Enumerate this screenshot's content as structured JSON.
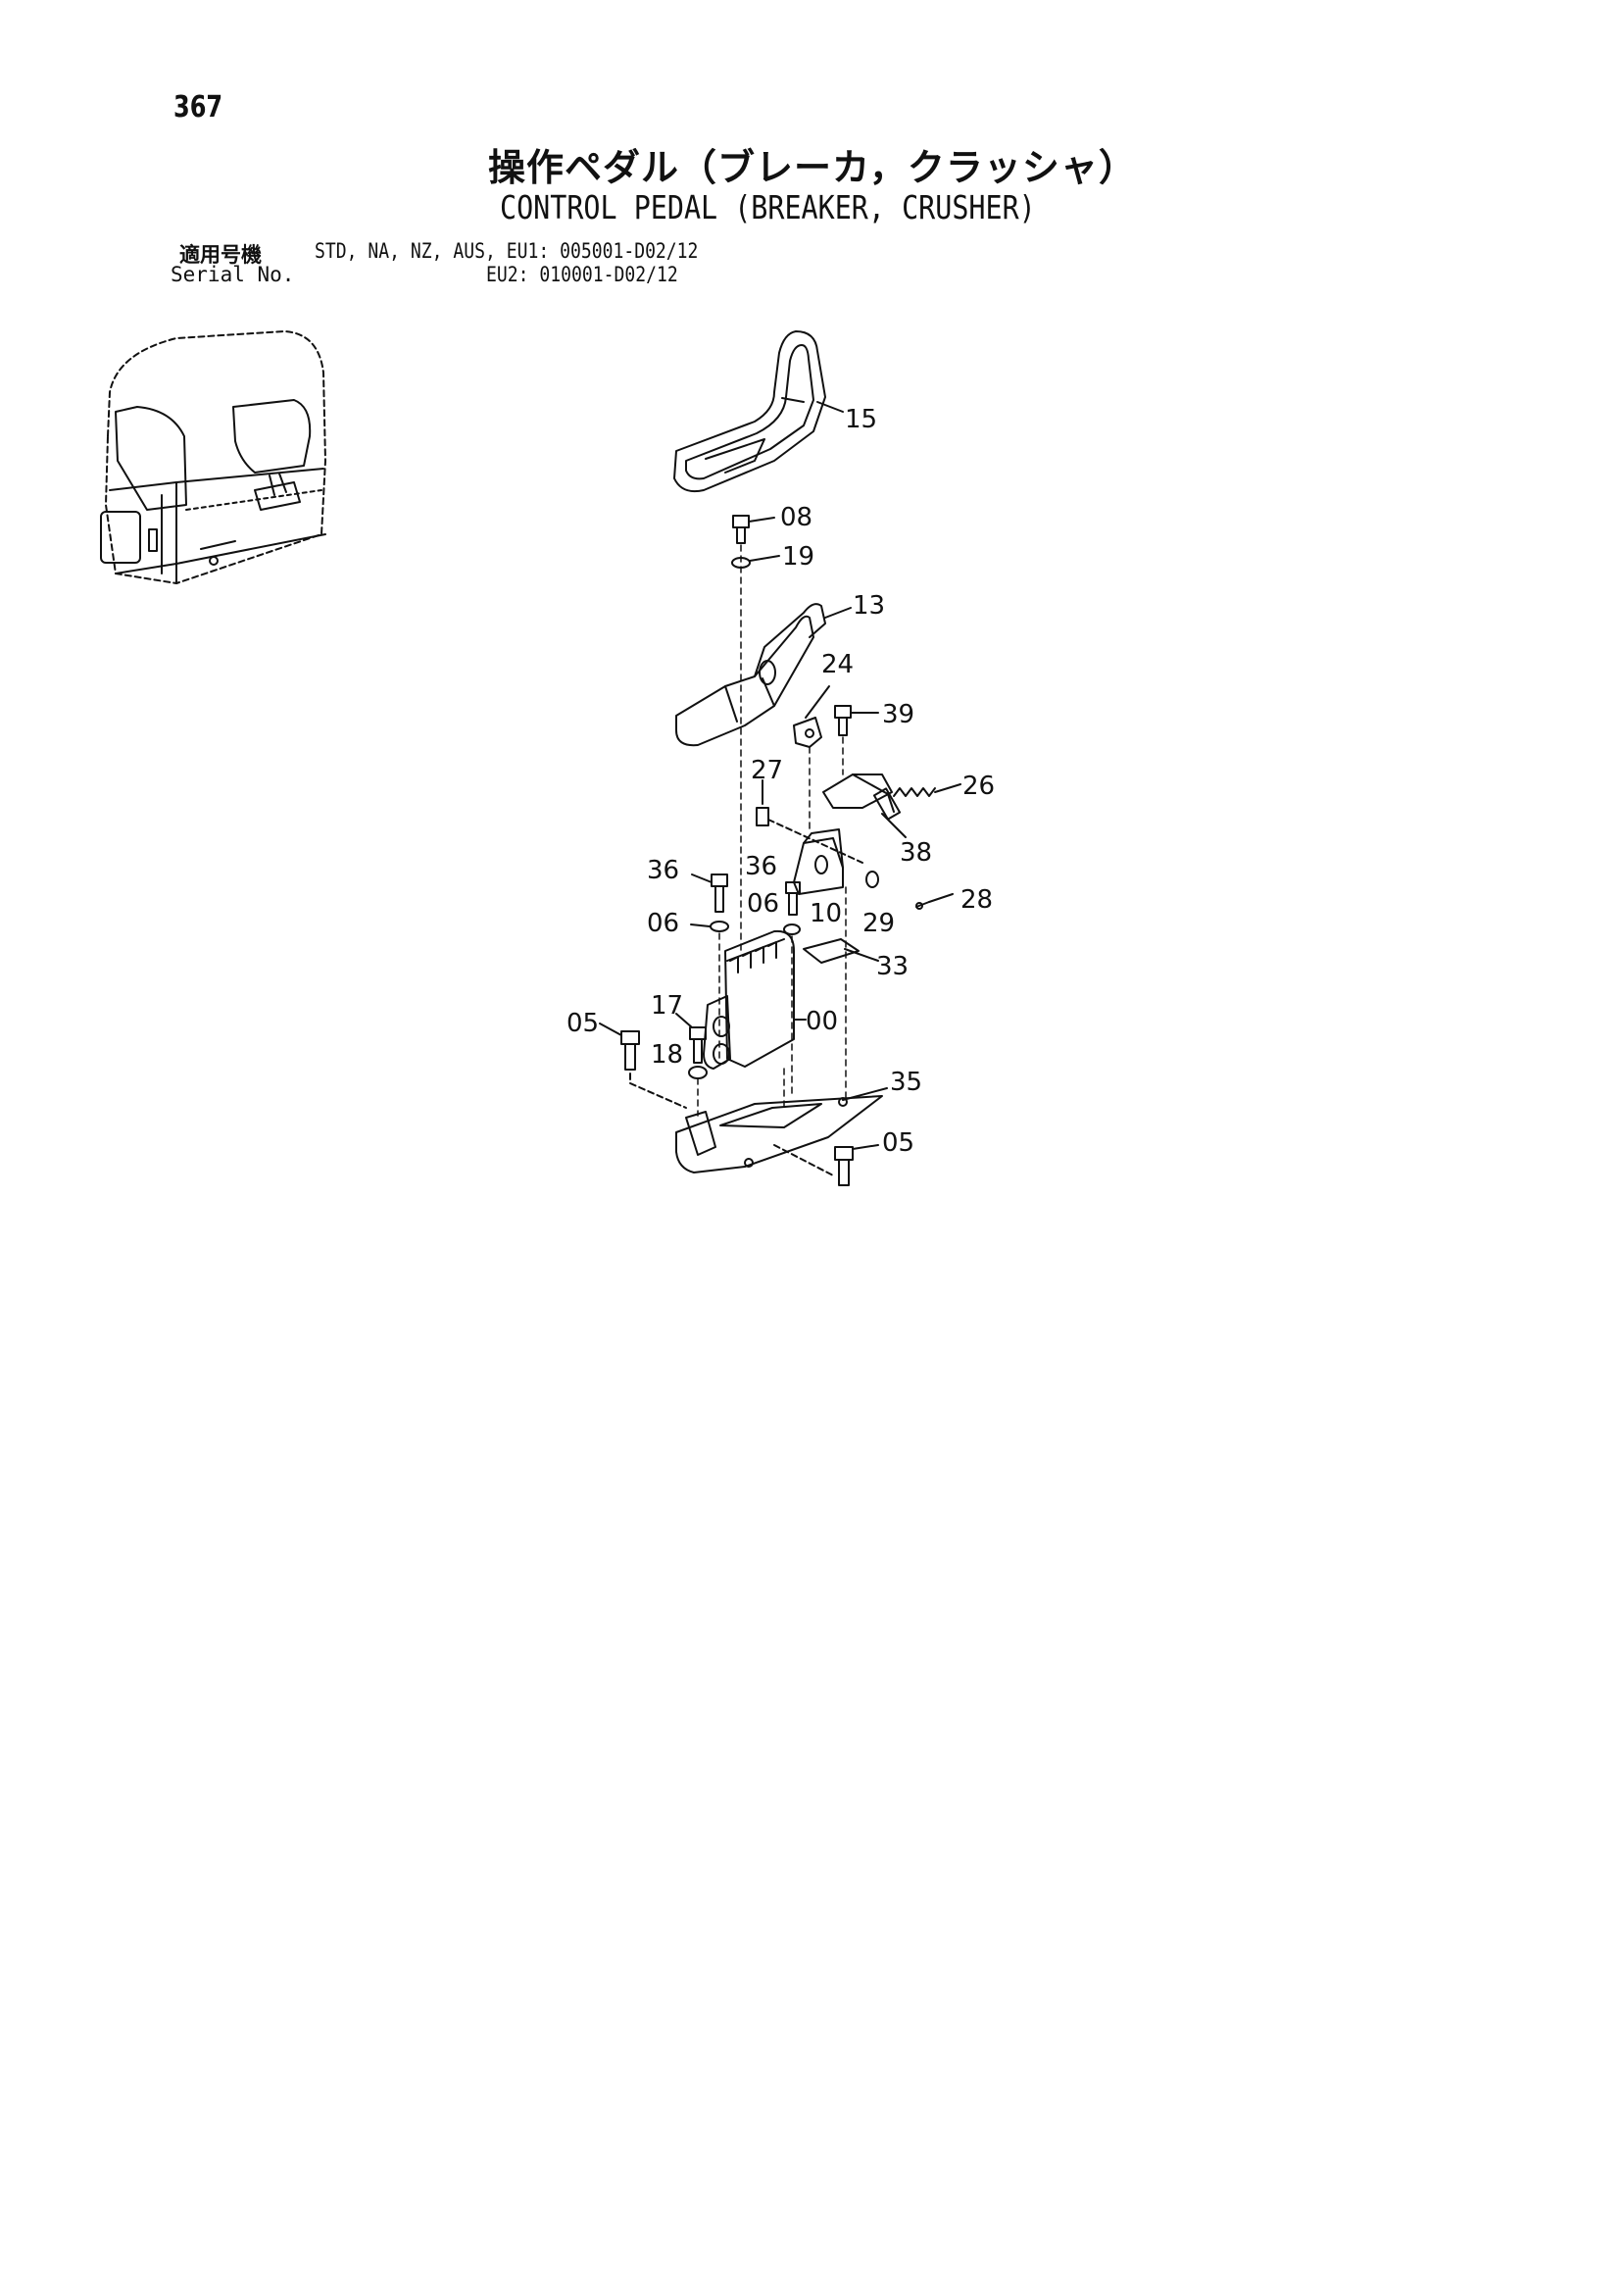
{
  "page": {
    "number": "367",
    "title_jp": "操作ペダル（ブレーカ，クラッシャ）",
    "title_en": "CONTROL PEDAL (BREAKER, CRUSHER)"
  },
  "serial": {
    "label_jp": "適用号機",
    "label_en": "Serial No.",
    "line1": "STD, NA, NZ, AUS, EU1: 005001-D02/12",
    "line2": "EU2: 010001-D02/12"
  },
  "callouts": {
    "c15": "15",
    "c08": "08",
    "c19": "19",
    "c13": "13",
    "c24": "24",
    "c39": "39",
    "c27": "27",
    "c26": "26",
    "c38": "38",
    "c36a": "36",
    "c36b": "36",
    "c28": "28",
    "c06a": "06",
    "c06b": "06",
    "c10": "10",
    "c29": "29",
    "c33": "33",
    "c17": "17",
    "c05a": "05",
    "c00": "00",
    "c18": "18",
    "c35": "35",
    "c05b": "05"
  }
}
